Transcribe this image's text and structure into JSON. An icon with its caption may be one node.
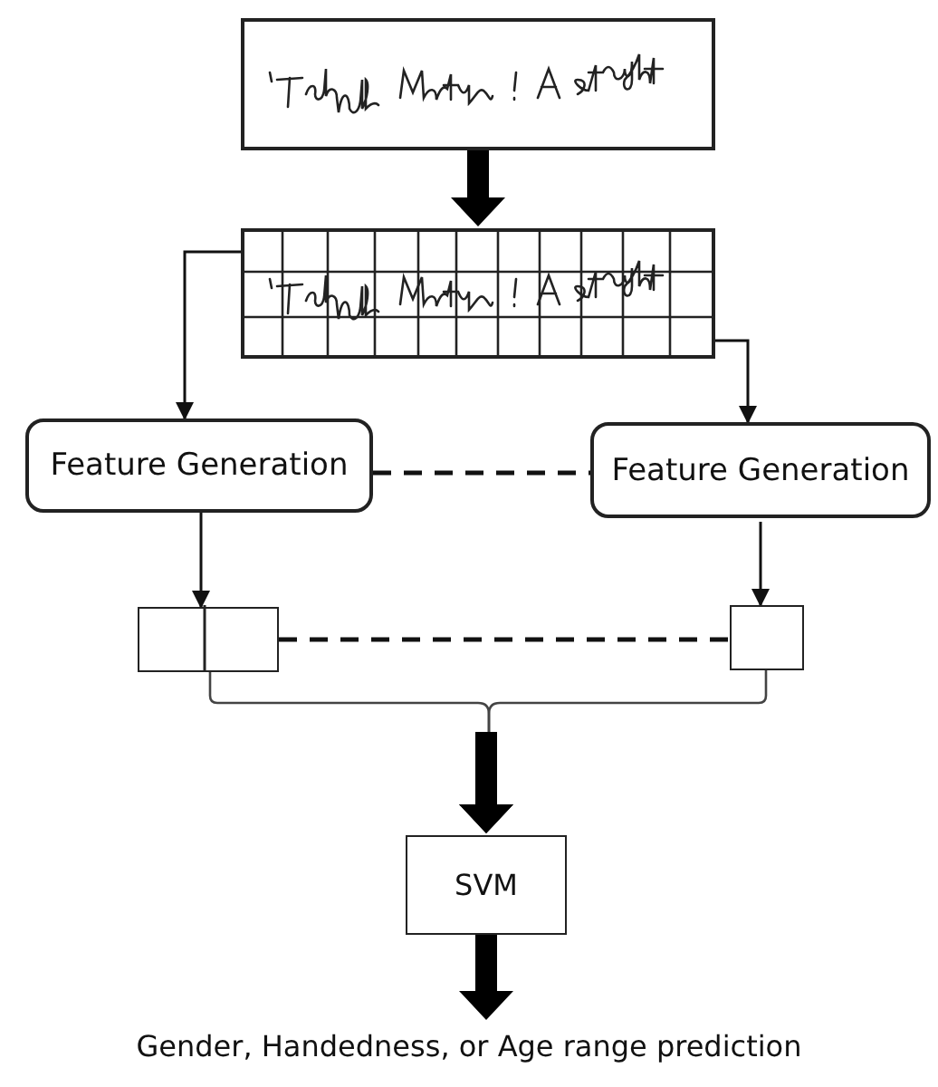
{
  "diagram": {
    "nodes": [
      {
        "text": [],
        "shape": "picture"
      },
      {
        "text": [],
        "shape": "picture"
      },
      {
        "text": [
          "Feature Generation"
        ]
      },
      {
        "text": [
          "Feature Generation"
        ]
      },
      {
        "text": [],
        "shape": "box"
      },
      {
        "text": [],
        "shape": "box"
      },
      {
        "text": [
          "SVM"
        ]
      },
      {
        "text": [
          "Gender, Handedness, or Age range prediction"
        ]
      }
    ],
    "edges": [
      {
        "from": 0,
        "to": 1,
        "arrow": "to",
        "style": "thick"
      },
      {
        "from": 1,
        "to": 2,
        "arrow": "to"
      },
      {
        "from": 1,
        "to": 3,
        "arrow": "to"
      },
      {
        "from": 2,
        "to": 3,
        "arrow": "none",
        "style": "dashed"
      },
      {
        "from": 2,
        "to": 4,
        "arrow": "to"
      },
      {
        "from": 3,
        "to": 5,
        "arrow": "to"
      },
      {
        "from": 4,
        "to": 5,
        "arrow": "none",
        "style": "dashed"
      },
      {
        "from": 4,
        "to": 6,
        "arrow": "to"
      },
      {
        "from": 5,
        "to": 6,
        "arrow": "to"
      },
      {
        "from": 6,
        "to": 7,
        "arrow": "to",
        "style": "thick"
      }
    ]
  }
}
